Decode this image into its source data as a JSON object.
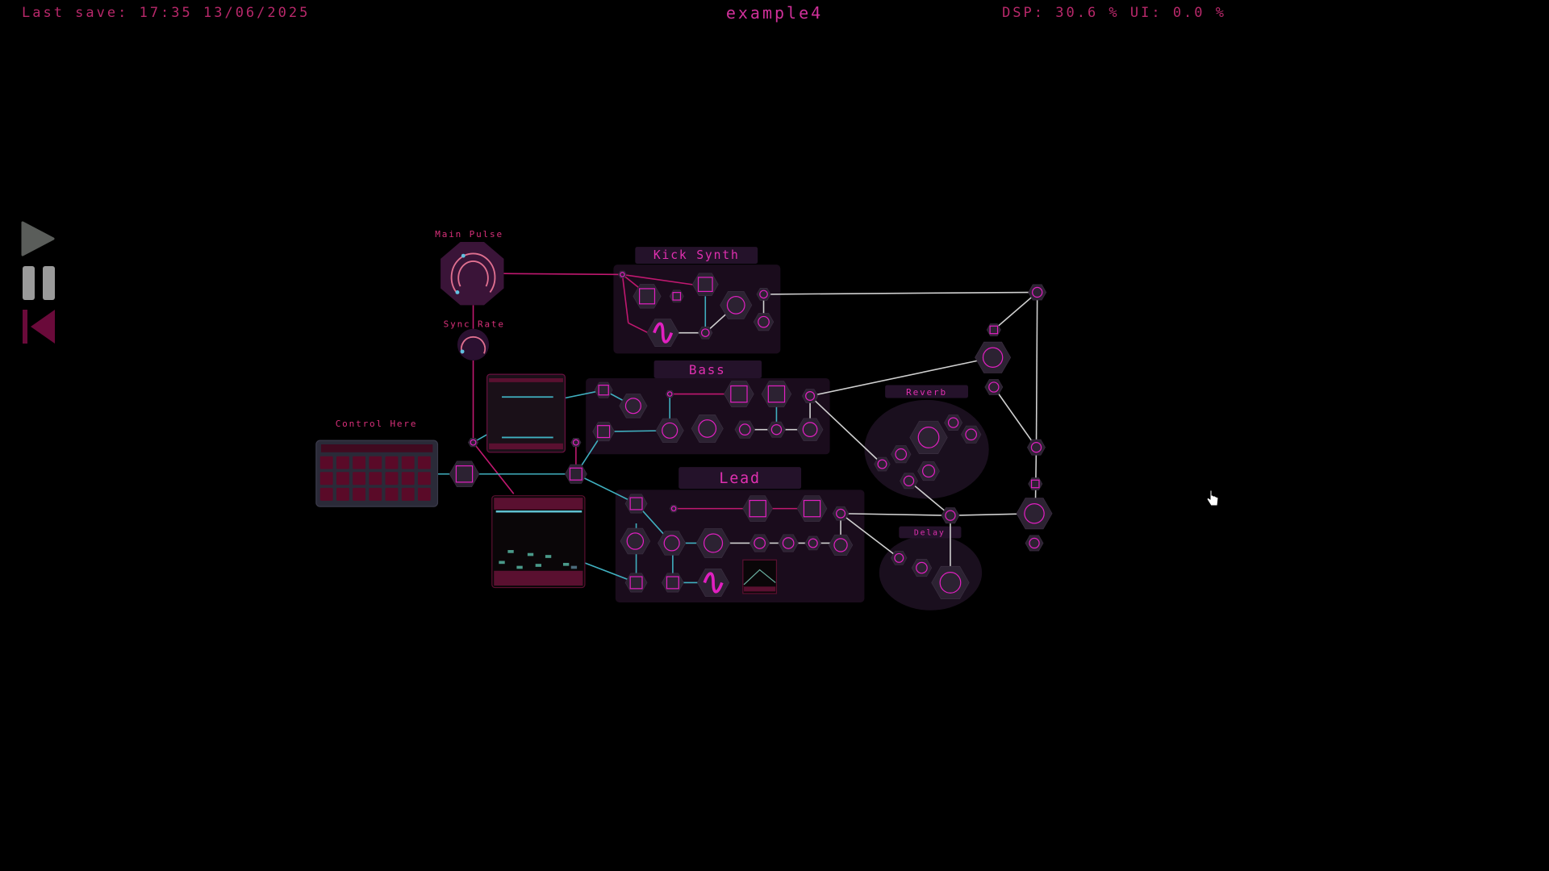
{
  "header": {
    "last_save": "Last save: 17:35 13/06/2025",
    "project_title": "example4",
    "performance": "DSP: 30.6 %  UI: 0.0 %"
  },
  "transport": {
    "play": "play-icon",
    "pause": "pause-icon",
    "rewind": "skip-back-icon"
  },
  "modules": {
    "main_pulse": "Main Pulse",
    "sync_rate": "Sync Rate",
    "control": "Control Here",
    "kick": "Kick Synth",
    "bass": "Bass",
    "lead": "Lead",
    "reverb": "Reverb",
    "delay": "Delay"
  },
  "colors": {
    "accent": "#e020c0",
    "wire_pink": "#c01870",
    "wire_teal": "#40b0c0",
    "wire_white": "#d0d0d0",
    "panel": "#1a0c1c",
    "node": "#2c2232",
    "text": "#b8286a"
  }
}
